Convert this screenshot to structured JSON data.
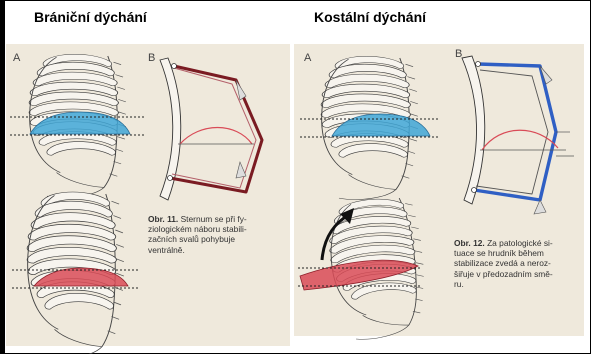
{
  "headings": {
    "left": "Brániční dýchání",
    "right": "Kostální dýchání"
  },
  "panel_labels": {
    "left_a": "A",
    "left_b": "B",
    "right_a": "A",
    "right_b": "B"
  },
  "captions": {
    "fig11": {
      "label": "Obr. 11.",
      "lines": [
        "Sternum se při fy-",
        "ziologickém náboru stabili-",
        "začních svalů pohybuje",
        "ventrálně."
      ]
    },
    "fig12": {
      "label": "Obr. 12.",
      "lines": [
        "Za patologické si-",
        "tuace se hrudník během",
        "stabilizace zvedá a neroz-",
        "šiřuje v předozadním smě-",
        "ru."
      ]
    }
  },
  "colors": {
    "diaphragm_blue": "#3fa6d6",
    "diaphragm_red": "#d94b57",
    "outline_dark_red": "#7a1b22",
    "outline_blue": "#2f5fc4",
    "paper": "#efe9dc"
  },
  "icons": [
    "ribcage-illustration",
    "sternum-diagram",
    "upward-arrow-icon"
  ]
}
